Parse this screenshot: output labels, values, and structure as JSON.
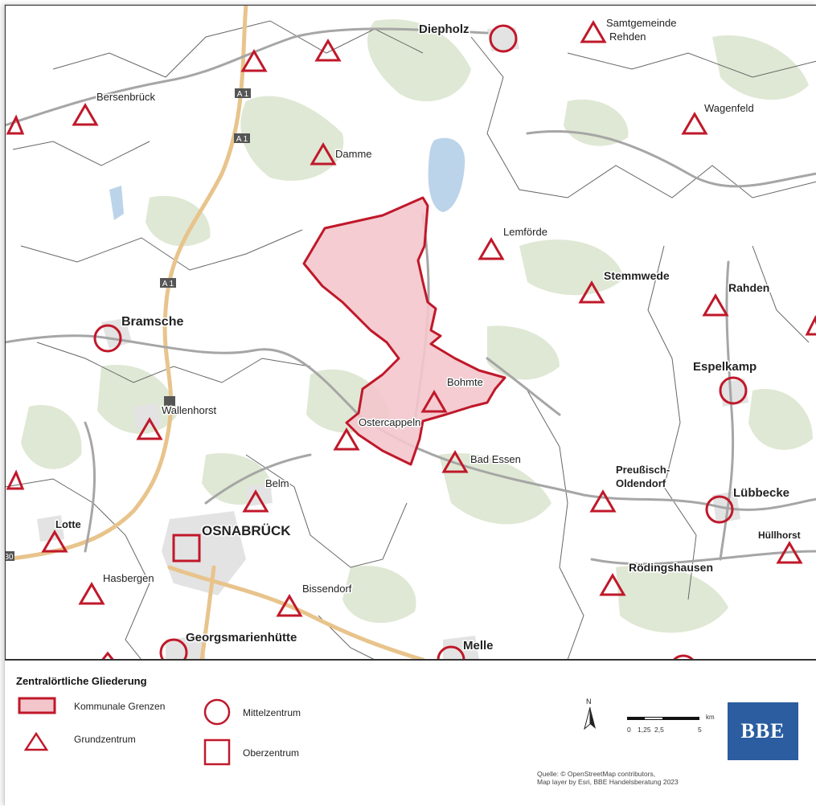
{
  "map": {
    "places": {
      "diepholz": "Diepholz",
      "rehden_1": "Samtgemeinde",
      "rehden_2": "Rehden",
      "bersenbrueck": "Bersenbrück",
      "wagenfeld": "Wagenfeld",
      "damme": "Damme",
      "lemfoerde": "Lemförde",
      "stemmwede": "Stemmwede",
      "rahden": "Rahden",
      "bramsche": "Bramsche",
      "espelkamp": "Espelkamp",
      "bohmte": "Bohmte",
      "wallenhorst": "Wallenhorst",
      "ostercappeln": "Ostercappeln",
      "bad_essen": "Bad Essen",
      "preussisch_1": "Preußisch-",
      "preussisch_2": "Oldendorf",
      "luebbecke": "Lübbecke",
      "belm": "Belm",
      "lotte": "Lotte",
      "osnabrueck": "OSNABRÜCK",
      "huellhorst": "Hüllhorst",
      "hasbergen": "Hasbergen",
      "roedingshausen": "Rödingshausen",
      "bissendorf": "Bissendorf",
      "georgsmarienhuette": "Georgsmarienhütte",
      "melle": "Melle"
    },
    "roads": {
      "a1": "A 1",
      "a30": "30"
    },
    "colors": {
      "background": "#ffffff",
      "forest": "#dfe8d4",
      "settlement": "#e3e3e3",
      "water": "#bcd4ea",
      "highway": "#e8c48c",
      "main_road": "#a6a6a6",
      "boundary": "#666666",
      "district_fill": "#f3c6cc",
      "district_stroke": "#c0182a",
      "symbol": "#c0182a"
    },
    "symbol_types": {
      "grundzentrum": "triangle",
      "mittelzentrum": "circle",
      "oberzentrum": "square"
    }
  },
  "legend": {
    "title": "Zentralörtliche Gliederung",
    "items": {
      "kommunale_grenzen": "Kommunale Grenzen",
      "grundzentrum": "Grundzentrum",
      "mittelzentrum": "Mittelzentrum",
      "oberzentrum": "Oberzentrum"
    },
    "north": "N",
    "scale": {
      "unit": "km",
      "ticks": [
        "0",
        "1,25",
        "2,5",
        "5"
      ]
    },
    "credits": [
      "Quelle: © OpenStreetMap contributors,",
      "Map layer by Esri, BBE Handelsberatung 2023"
    ],
    "logo": "BBE"
  }
}
